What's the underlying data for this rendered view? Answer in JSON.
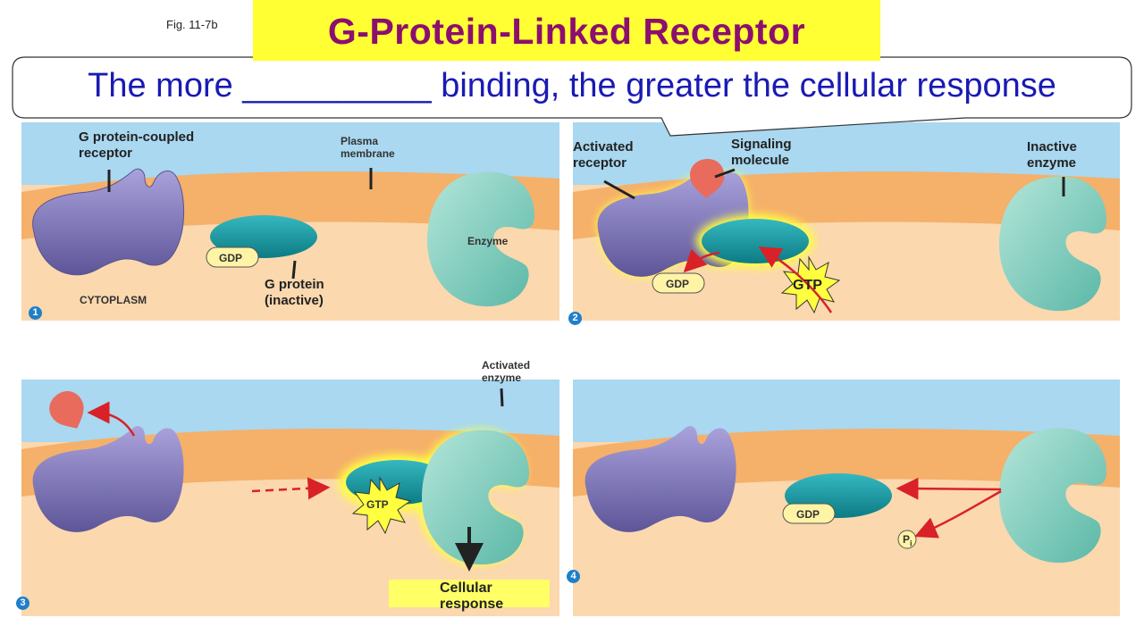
{
  "fig_label": "Fig. 11-7b",
  "title": "G-Protein-Linked Receptor",
  "callout": "The more __________ binding, the greater the cellular response",
  "panel1": {
    "step": "1",
    "receptor_label_line1": "G protein-coupled",
    "receptor_label_line2": "receptor",
    "membrane_line1": "Plasma",
    "membrane_line2": "membrane",
    "enzyme_label": "Enzyme",
    "gdp": "GDP",
    "gprotein_line1": "G protein",
    "gprotein_line2": "(inactive)",
    "cytoplasm": "CYTOPLASM"
  },
  "panel2": {
    "step": "2",
    "activated_line1": "Activated",
    "activated_line2": "receptor",
    "signal_line1": "Signaling",
    "signal_line2": "molecule",
    "inactive_line1": "Inactive",
    "inactive_line2": "enzyme",
    "gdp": "GDP",
    "gtp": "GTP"
  },
  "panel3": {
    "step": "3",
    "activated_enzyme_line1": "Activated",
    "activated_enzyme_line2": "enzyme",
    "gtp": "GTP",
    "response_line1": "Cellular",
    "response_line2": "response"
  },
  "panel4": {
    "step": "4",
    "gdp": "GDP",
    "pi_main": "P",
    "pi_sub": "i"
  },
  "colors": {
    "extracellular": "#a9d8f0",
    "membrane": "#f5b06a",
    "cytoplasm": "#fbd8ae",
    "receptor": "#7a72b8",
    "gprotein": "#16949e",
    "enzyme": "#7fcfc0",
    "signal": "#e86b5c",
    "arrow": "#d92128",
    "highlight": "#ffff40",
    "title_bg": "#ffff33",
    "title_text": "#8b0f6e",
    "callout_text": "#1a1ab4",
    "step_badge": "#1f7fc9"
  }
}
